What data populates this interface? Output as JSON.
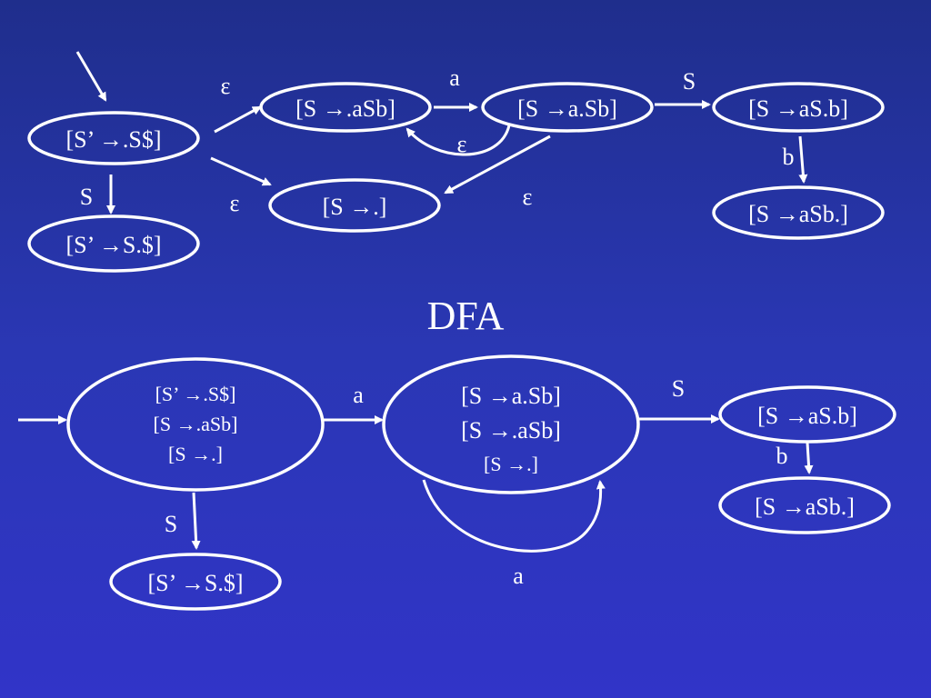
{
  "nfa": {
    "states": {
      "s0": "[S’ →.S$]",
      "s1": "[S’ →S.$]",
      "s2": "[S →.aSb]",
      "s3": "[S →a.Sb]",
      "s4": "[S →aS.b]",
      "s5": "[S →.]",
      "s6": "[S →aSb.]"
    },
    "edge_labels": {
      "s0_s1": "S",
      "s0_s2": "ε",
      "s0_s5": "ε",
      "s2_s3": "a",
      "s3_s2": "ε",
      "s3_s4": "S",
      "s3_s5": "ε",
      "s4_s6": "b"
    }
  },
  "dfa": {
    "title": "DFA",
    "states": {
      "d0": [
        "[S’ →.S$]",
        "[S →.aSb]",
        "[S →.]"
      ],
      "d1": "[S’ →S.$]",
      "d2": [
        "[S →a.Sb]",
        "[S →.aSb]",
        "[S →.]"
      ],
      "d3": "[S →aS.b]",
      "d4": "[S →aSb.]"
    },
    "edge_labels": {
      "d0_d2": "a",
      "d0_d1": "S",
      "d2_loop": "a",
      "d2_d3": "S",
      "d3_d4": "b"
    }
  }
}
